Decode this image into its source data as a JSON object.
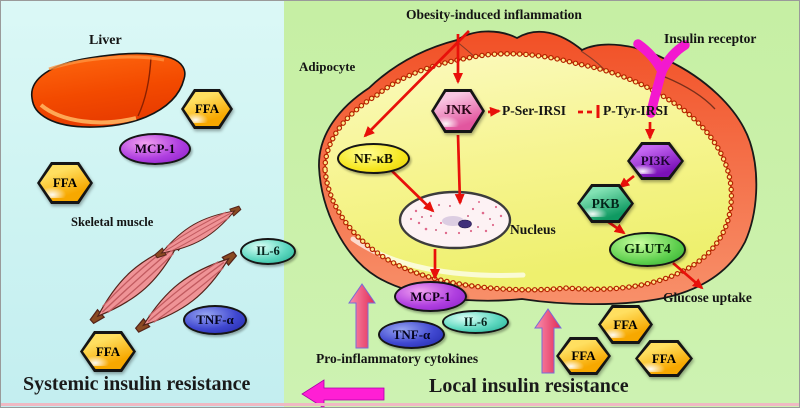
{
  "titles": {
    "systemic": "Systemic insulin resistance",
    "local": "Local insulin resistance"
  },
  "labels": {
    "liver": "Liver",
    "skeletal_muscle": "Skeletal muscle",
    "adipocyte": "Adipocyte",
    "obesity_inflammation": "Obesity-induced inflammation",
    "insulin_receptor": "Insulin receptor",
    "p_ser_irsi": "P-Ser-IRSI",
    "p_tyr_irsi": "P-Tyr-IRSI",
    "nucleus": "Nucleus",
    "glucose_uptake": "Glucose uptake",
    "pro_inflammatory": "Pro-inflammatory cytokines"
  },
  "molecules": {
    "ffa": "FFA",
    "mcp1": "MCP-1",
    "il6": "IL-6",
    "tnfa": "TNF-α",
    "jnk": "JNK",
    "nfkb": "NF-κB",
    "pi3k": "PI3K",
    "pkb": "PKB",
    "glut4": "GLUT4"
  },
  "colors": {
    "left_background": "#cdf3f2",
    "right_background": "#c9efa8",
    "arrow_red": "#e8100a",
    "block_arrow_pink": "#ea4f70",
    "block_arrow_magenta": "#ff1fd4",
    "ffa_fill": "#f9b400",
    "membrane_orange": "#f4683e",
    "cytoplasm_yellow": "#f6f48e",
    "receptor_magenta": "#f318cf"
  }
}
